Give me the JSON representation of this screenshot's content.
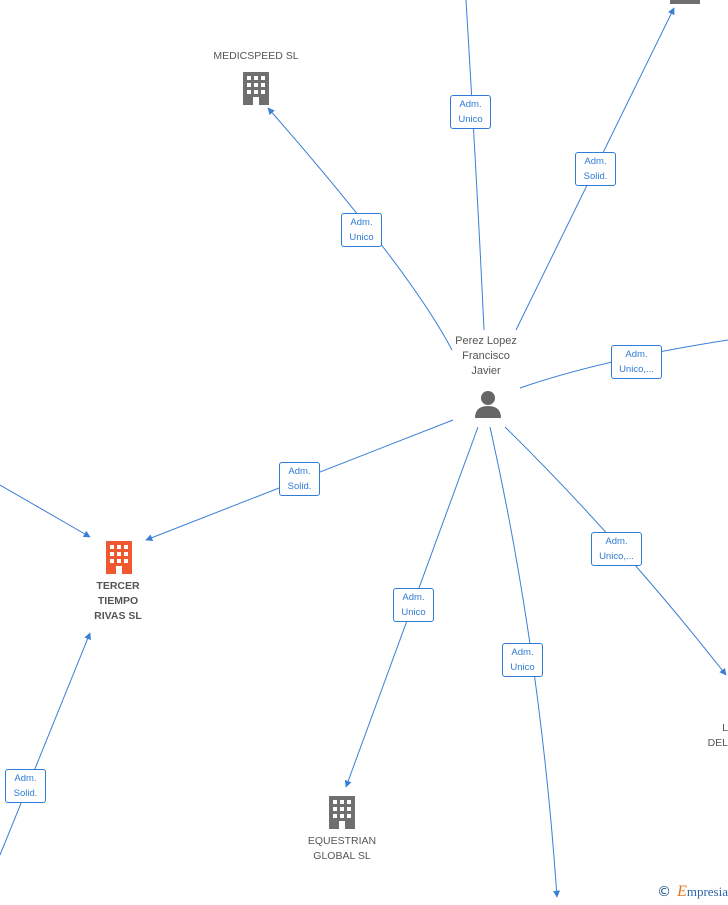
{
  "person": {
    "name_line1": "Perez Lopez",
    "name_line2": "Francisco",
    "name_line3": "Javier"
  },
  "companies": [
    {
      "id": "medicspeed",
      "name": "MEDICSPEED SL",
      "color": "#777777"
    },
    {
      "id": "tercer",
      "line1": "TERCER",
      "line2": "TIEMPO",
      "line3": "RIVAS  SL",
      "color": "#f0582f"
    },
    {
      "id": "equestrian",
      "line1": "EQUESTRIAN",
      "line2": "GLOBAL  SL",
      "color": "#777777"
    },
    {
      "id": "ldel",
      "line1": "L",
      "line2": "DEL",
      "color": "#777777"
    }
  ],
  "relations": [
    {
      "id": "r1",
      "line1": "Adm.",
      "line2": "Unico"
    },
    {
      "id": "r2",
      "line1": "Adm.",
      "line2": "Unico"
    },
    {
      "id": "r3",
      "line1": "Adm.",
      "line2": "Solid."
    },
    {
      "id": "r4",
      "line1": "Adm.",
      "line2": "Unico,..."
    },
    {
      "id": "r5",
      "line1": "Adm.",
      "line2": "Solid."
    },
    {
      "id": "r6",
      "line1": "Adm.",
      "line2": "Unico,..."
    },
    {
      "id": "r7",
      "line1": "Adm.",
      "line2": "Unico"
    },
    {
      "id": "r8",
      "line1": "Adm.",
      "line2": "Unico"
    },
    {
      "id": "r9",
      "line1": "Adm.",
      "line2": "Solid."
    }
  ],
  "colors": {
    "edge": "#3a7fd5",
    "person": "#666666"
  },
  "watermark": {
    "symbol": "©",
    "initial": "E",
    "rest": "mpresia"
  }
}
